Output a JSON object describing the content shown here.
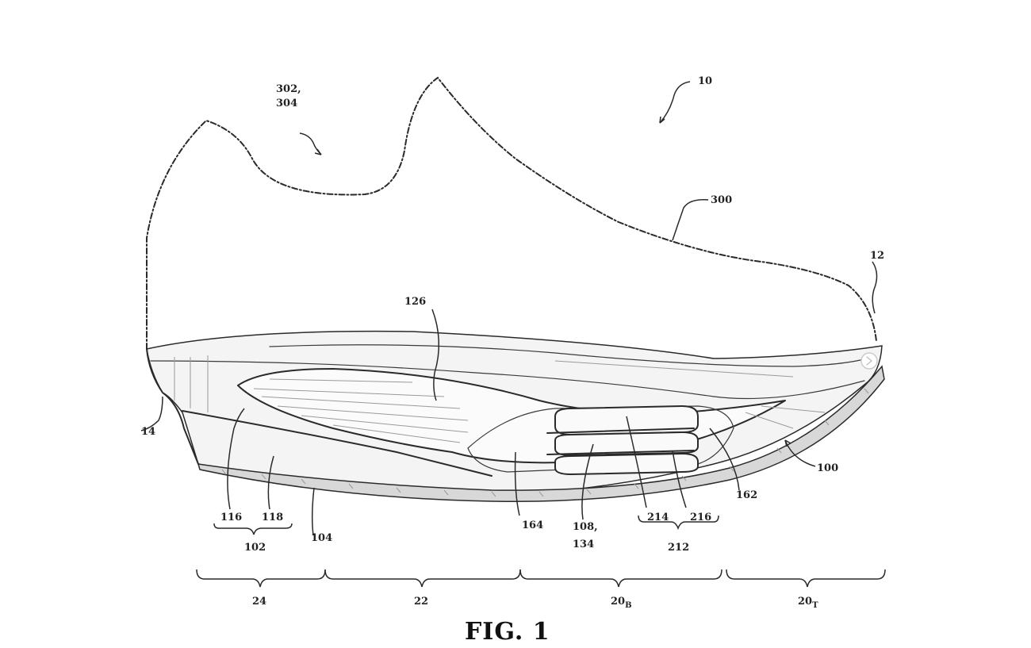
{
  "figure": {
    "title": "FIG. 1",
    "labels": {
      "l10": "10",
      "l302": "302,",
      "l304": "304",
      "l300": "300",
      "l12": "12",
      "l14": "14",
      "l126": "126",
      "l116": "116",
      "l118": "118",
      "l102": "102",
      "l104": "104",
      "l164": "164",
      "l108": "108,",
      "l134": "134",
      "l214": "214",
      "l216": "216",
      "l212": "212",
      "l162": "162",
      "l100": "100",
      "l24": "24",
      "l22": "22",
      "l20b": "20",
      "l20b_sub": "B",
      "l20t": "20",
      "l20t_sub": "T"
    }
  }
}
